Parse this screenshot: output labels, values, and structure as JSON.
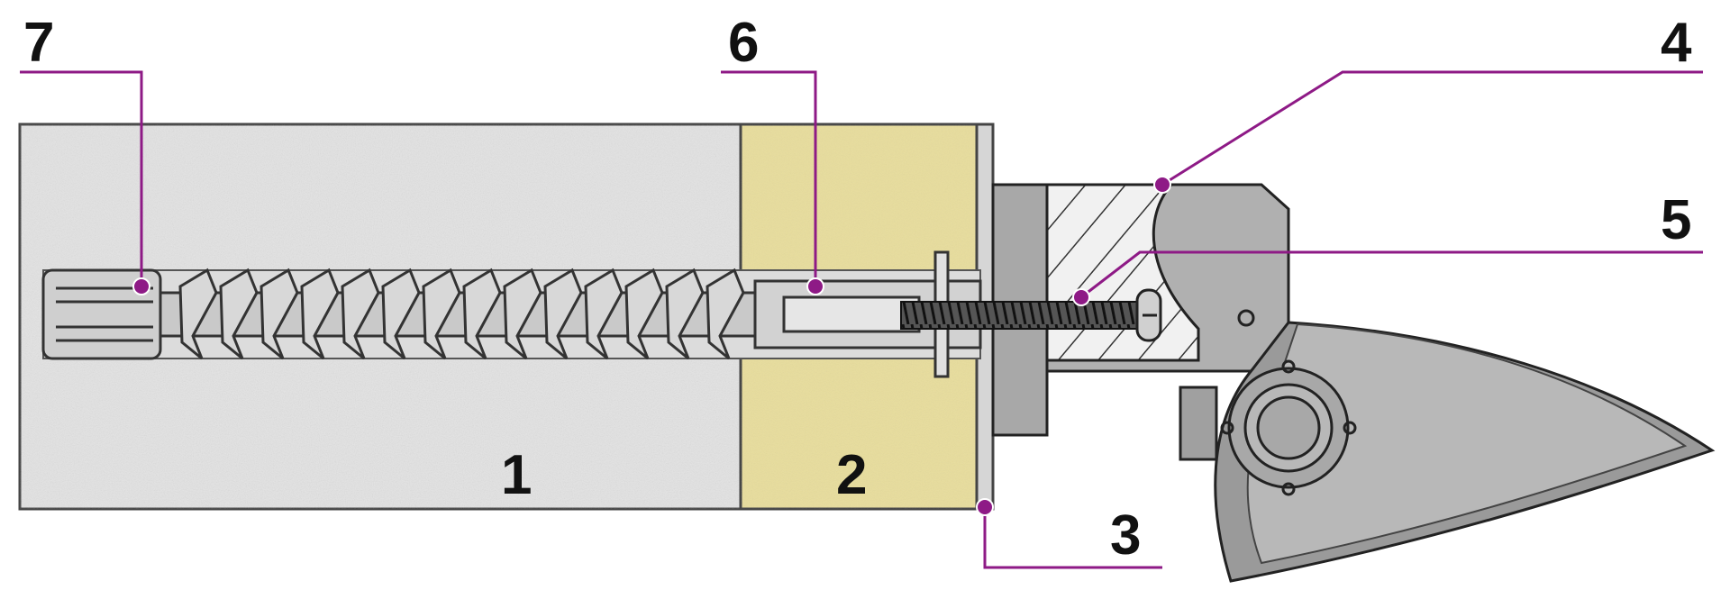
{
  "colors": {
    "leader": "#8e1a86",
    "concrete": "#e3e3e3",
    "insulation": "#e8dd9c",
    "plaster": "#d4d4d4",
    "bracket": "#b0b0b0",
    "bracket_dark": "#8c8c8c",
    "outline": "#222222",
    "hatch_fill": "#f1f1f1",
    "screw_thread": "#333333",
    "dowel": "#cfcfcf"
  },
  "callouts": [
    {
      "id": "1",
      "label": "1"
    },
    {
      "id": "2",
      "label": "2"
    },
    {
      "id": "3",
      "label": "3"
    },
    {
      "id": "4",
      "label": "4"
    },
    {
      "id": "5",
      "label": "5"
    },
    {
      "id": "6",
      "label": "6"
    },
    {
      "id": "7",
      "label": "7"
    }
  ]
}
